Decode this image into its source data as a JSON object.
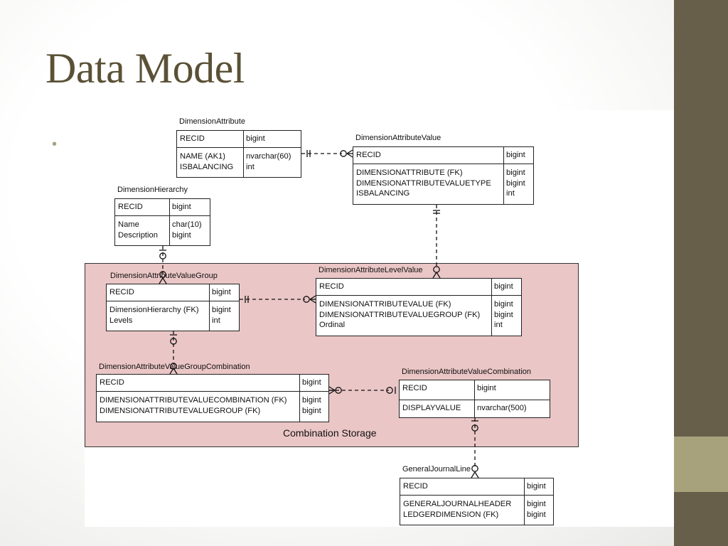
{
  "slide": {
    "title": "Data Model",
    "bullet": "•"
  },
  "colors": {
    "side_bar": "#675f49",
    "side_accent": "#a8a27c",
    "title": "#5a5136",
    "group_fill": "#ebc6c6"
  },
  "diagram": {
    "group_label": "Combination Storage",
    "entities": {
      "dim_attr": {
        "name": "DimensionAttribute",
        "pk": [
          "RECID"
        ],
        "pk_types": [
          "bigint"
        ],
        "fields": [
          "NAME (AK1)",
          "ISBALANCING"
        ],
        "types": [
          "nvarchar(60)",
          "int"
        ]
      },
      "dim_attr_value": {
        "name": "DimensionAttributeValue",
        "pk": [
          "RECID"
        ],
        "pk_types": [
          "bigint"
        ],
        "fields": [
          "DIMENSIONATTRIBUTE (FK)",
          "DIMENSIONATTRIBUTEVALUETYPE",
          "ISBALANCING"
        ],
        "types": [
          "bigint",
          "bigint",
          "int"
        ]
      },
      "dim_hierarchy": {
        "name": "DimensionHierarchy",
        "pk": [
          "RECID"
        ],
        "pk_types": [
          "bigint"
        ],
        "fields": [
          "Name",
          "Description"
        ],
        "types": [
          "char(10)",
          "bigint"
        ]
      },
      "dim_attr_value_group": {
        "name": "DimensionAttributeValueGroup",
        "pk": [
          "RECID"
        ],
        "pk_types": [
          "bigint"
        ],
        "fields": [
          "DimensionHierarchy (FK)",
          "Levels"
        ],
        "types": [
          "bigint",
          "int"
        ]
      },
      "dim_attr_level_value": {
        "name": "DimensionAttributeLevelValue",
        "pk": [
          "RECID"
        ],
        "pk_types": [
          "bigint"
        ],
        "fields": [
          "DIMENSIONATTRIBUTEVALUE (FK)",
          "DIMENSIONATTRIBUTEVALUEGROUP (FK)",
          "Ordinal"
        ],
        "types": [
          "bigint",
          "bigint",
          "int"
        ]
      },
      "dim_attr_value_group_combination": {
        "name": "DimensionAttributeValueGroupCombination",
        "pk": [
          "RECID"
        ],
        "pk_types": [
          "bigint"
        ],
        "fields": [
          "DIMENSIONATTRIBUTEVALUECOMBINATION (FK)",
          "DIMENSIONATTRIBUTEVALUEGROUP (FK)"
        ],
        "types": [
          "bigint",
          "bigint"
        ]
      },
      "dim_attr_value_combination": {
        "name": "DimensionAttributeValueCombination",
        "pk": [
          "RECID",
          "DISPLAYVALUE"
        ],
        "pk_types": [
          "bigint",
          "nvarchar(500)"
        ],
        "fields": [],
        "types": []
      },
      "general_journal_line": {
        "name": "GeneralJournalLine",
        "pk": [
          "RECID"
        ],
        "pk_types": [
          "bigint"
        ],
        "fields": [
          "GENERALJOURNALHEADER",
          "LEDGERDIMENSION (FK)"
        ],
        "types": [
          "bigint",
          "bigint"
        ]
      }
    }
  }
}
